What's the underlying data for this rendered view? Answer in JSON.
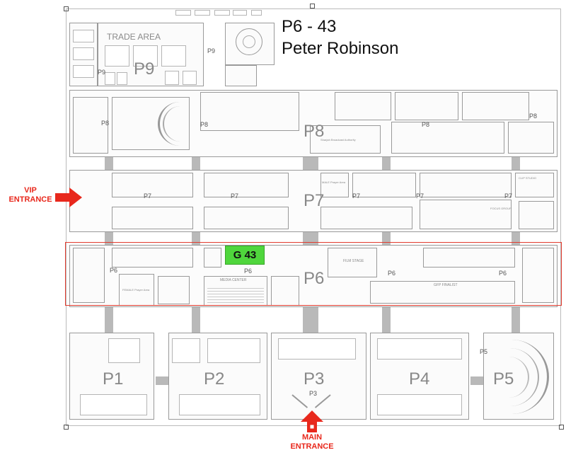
{
  "header": {
    "booth_code": "P6 - 43",
    "exhibitor": "Peter Robinson"
  },
  "highlight": {
    "label": "G 43",
    "color": "#4fd63c",
    "outline_color": "#e23b2e"
  },
  "halls": {
    "p9_big": "P9",
    "p9_small_a": "P9",
    "p9_small_b": "P9",
    "trade_area": "TRADE AREA",
    "p8_big": "P8",
    "p8_small_a": "P8",
    "p8_small_b": "P8",
    "p8_small_c": "P8",
    "p8_small_d": "P8",
    "p7_big": "P7",
    "p7_small_a": "P7",
    "p7_small_b": "P7",
    "p7_small_c": "P7",
    "p7_small_d": "P7",
    "p7_small_e": "P7",
    "p6_big": "P6",
    "p6_small_a": "P6",
    "p6_small_b": "P6",
    "p6_small_c": "P6",
    "p6_small_d": "P6",
    "p1": "P1",
    "p2": "P2",
    "p3": "P3",
    "p3_small": "P3",
    "p4": "P4",
    "p5": "P5",
    "p5_small": "P5"
  },
  "facilities": {
    "media_center": "MEDIA CENTER",
    "film_stage": "FILM STAGE",
    "gfp_finalist": "GFP FINALIST",
    "female_prayer": "FEMALE Prayer Area",
    "male_prayer": "MALE Prayer Area",
    "focus_group": "FOCUS GROUP",
    "clip_studio": "CLIP STUDIO",
    "broadcast": "Sharjah Broadcast Authority"
  },
  "entrances": {
    "vip_line1": "VIP",
    "vip_line2": "ENTRANCE",
    "main_line1": "MAIN",
    "main_line2": "ENTRANCE",
    "arrow_color": "#e8281c"
  }
}
